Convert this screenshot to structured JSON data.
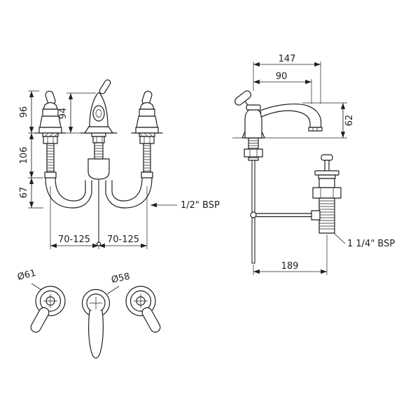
{
  "colors": {
    "ink": "#1f1f1f",
    "bg": "#ffffff"
  },
  "front_view": {
    "dim_handle_height": "96",
    "dim_spout_height": "94",
    "dim_body_below_deck": "106",
    "dim_tail_length": "67",
    "dim_hole_centres_left": "70-125",
    "dim_hole_centres_right": "70-125",
    "label_inlet_thread": "1/2\" BSP"
  },
  "side_view": {
    "dim_overall_projection": "147",
    "dim_spout_projection": "90",
    "dim_spout_height": "62",
    "dim_tap_to_waste": "189",
    "label_waste_thread": "1 1/4\" BSP"
  },
  "top_view": {
    "dim_handle_diameter": "Ø61",
    "dim_spout_diameter": "Ø58"
  }
}
